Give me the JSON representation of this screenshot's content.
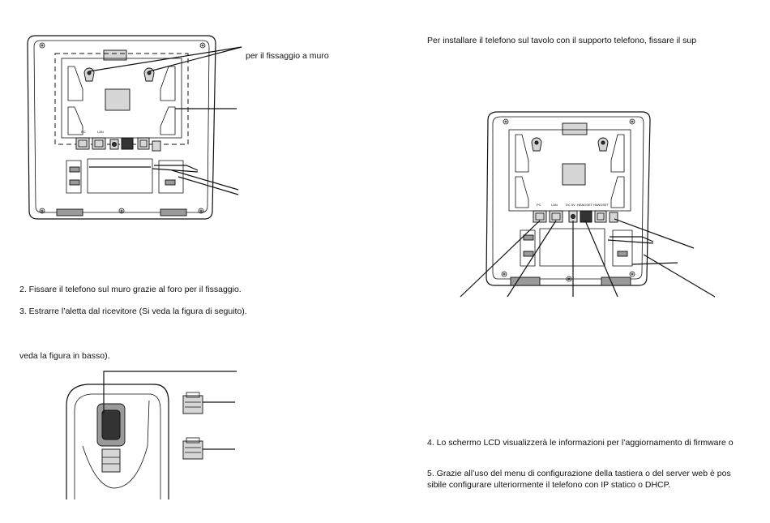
{
  "left_column": {
    "wall_fix_label": "per il fissaggio a muro",
    "step2": "2. Fissare il telefono sul muro grazie al foro per il fissaggio.",
    "step3": "3. Estrarre l’aletta dal ricevitore (Si veda la figura di seguito).",
    "see_below": "veda la figura in basso)."
  },
  "right_column": {
    "intro": "Per  installare  il  telefono  sul  tavolo  con  il  supporto  telefono,  fissare  il  sup",
    "step4": "4. Lo schermo LCD visualizzerà le informazioni per l’aggiornamento di firmware o",
    "step5_line1": "5. Grazie all’uso del menu di configurazione della tastiera o del server web è pos",
    "step5_line2": "sibile configurare ulteriormente il telefono con IP statico o DHCP."
  },
  "port_labels": {
    "pc": "PC",
    "lan": "LAN",
    "dc": "DC 5V",
    "headset": "HEADSET",
    "handset": "HANDSET"
  }
}
